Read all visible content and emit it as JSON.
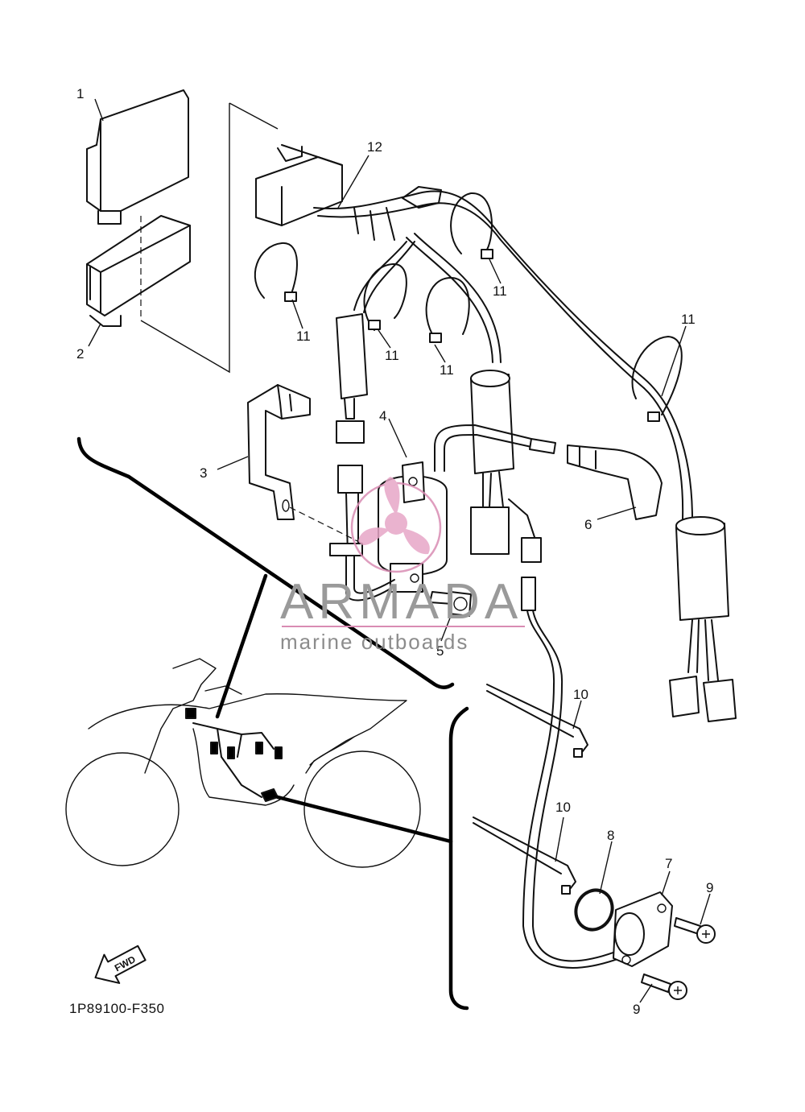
{
  "callouts": {
    "c1": "1",
    "c2": "2",
    "c3": "3",
    "c4": "4",
    "c5": "5",
    "c6": "6",
    "c7": "7",
    "c8": "8",
    "c9a": "9",
    "c9b": "9",
    "c10a": "10",
    "c10b": "10",
    "c11a": "11",
    "c11b": "11",
    "c11c": "11",
    "c11d": "11",
    "c11e": "11",
    "c12": "12"
  },
  "diagram_code": "1P89100-F350",
  "fwd_label": "FWD",
  "watermark": {
    "brand": "ARMADA",
    "tagline": "marine outboards",
    "accent_color": "#d98cb3"
  },
  "icons": {
    "fwd": "fwd-arrow-icon",
    "logo": "armada-propeller-logo-icon"
  }
}
